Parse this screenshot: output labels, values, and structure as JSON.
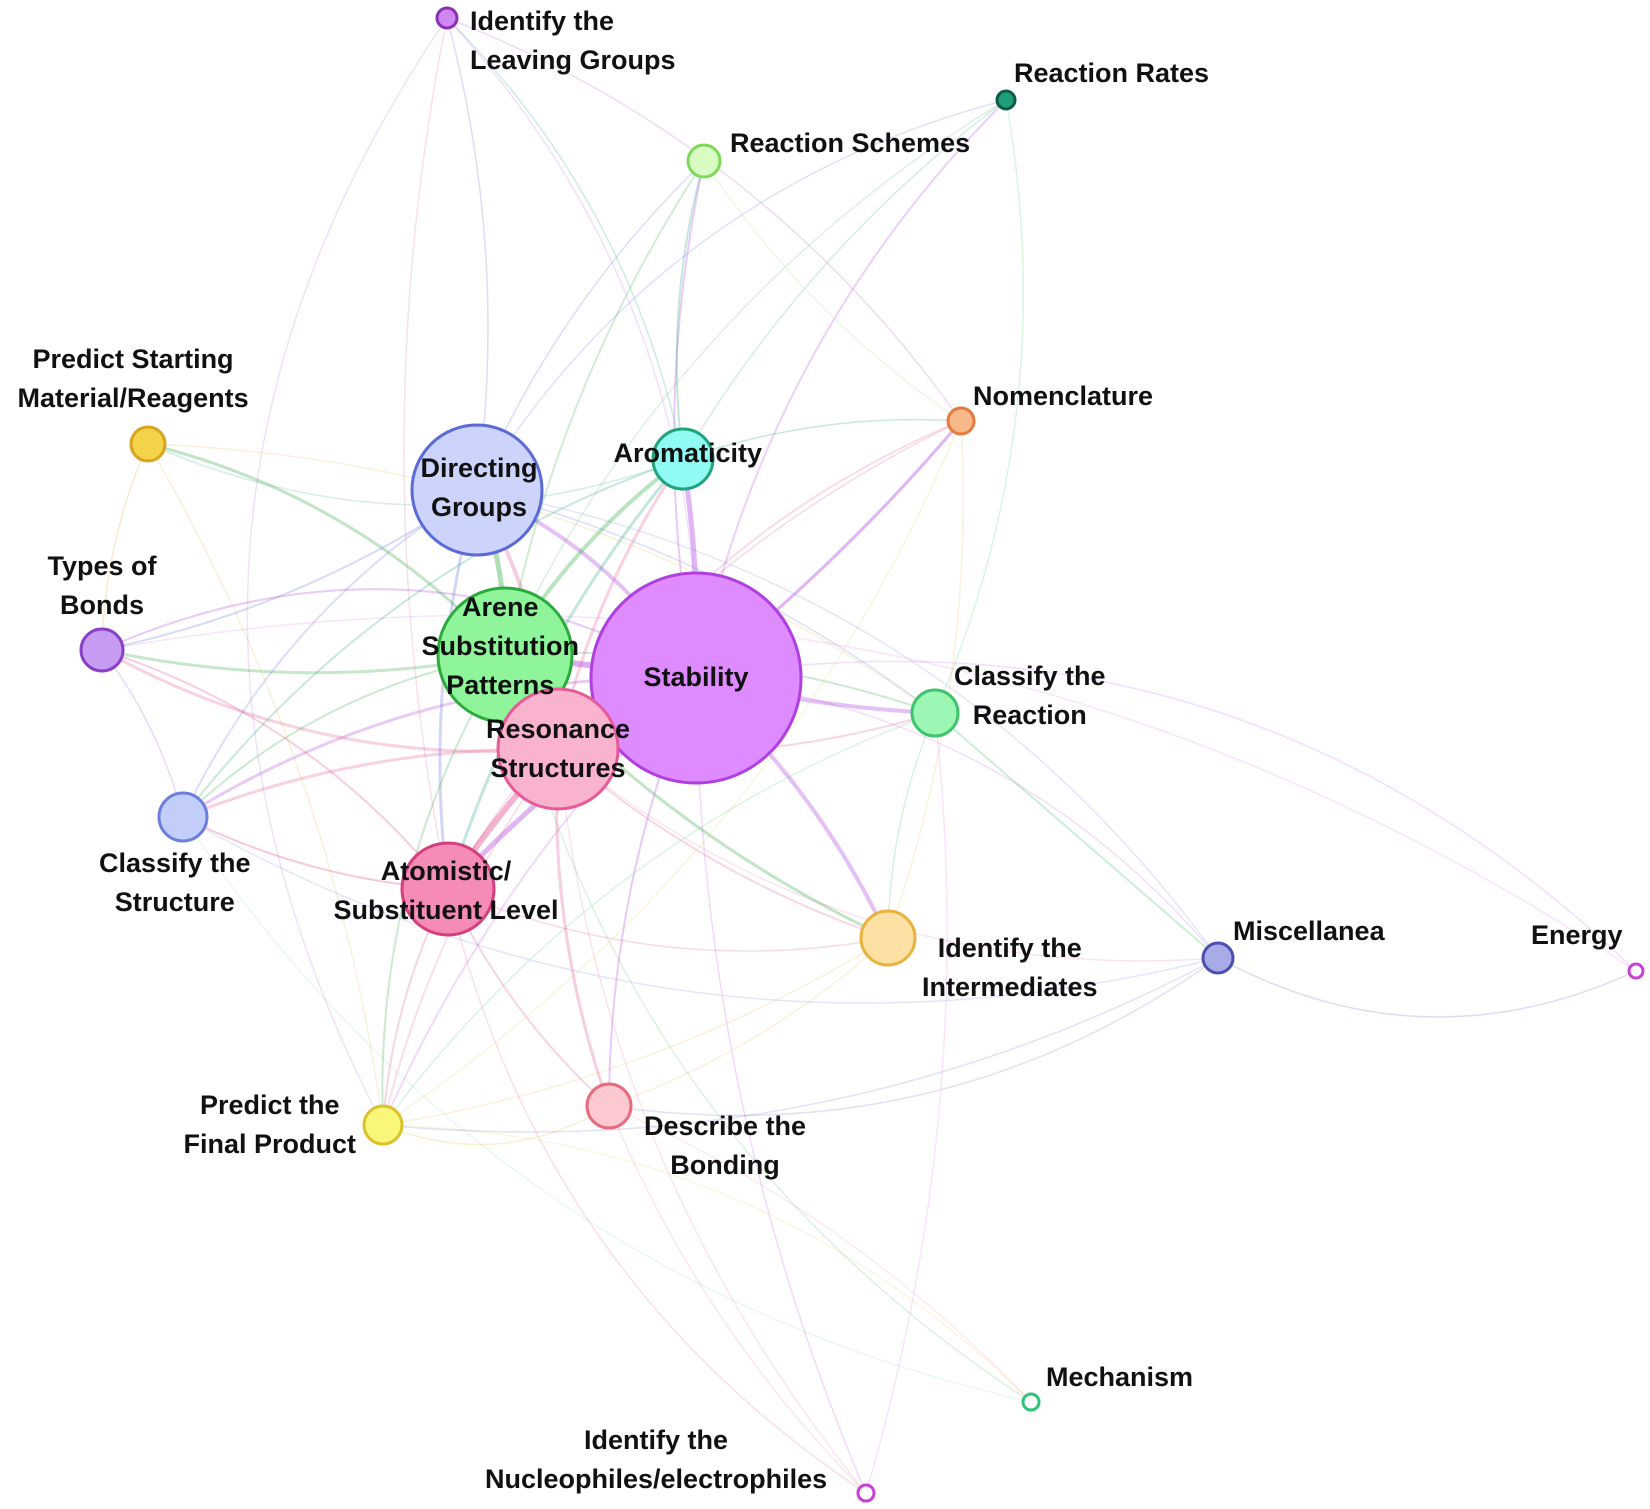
{
  "nodes": {
    "leaving": {
      "lines": [
        "Identify the",
        "Leaving Groups"
      ],
      "color": "#cf86f0",
      "stroke": "#8a2fb3"
    },
    "rates": {
      "lines": [
        "Reaction Rates"
      ],
      "color": "#1f9e7a",
      "stroke": "#0e5b45"
    },
    "schemes": {
      "lines": [
        "Reaction Schemes"
      ],
      "color": "#d9fbc4",
      "stroke": "#7ed957"
    },
    "predict_start": {
      "lines": [
        "Predict Starting",
        "Material/Reagents"
      ],
      "color": "#f3d34a",
      "stroke": "#d8a31f"
    },
    "nomenclature": {
      "lines": [
        "Nomenclature"
      ],
      "color": "#f8b98a",
      "stroke": "#e57a3c"
    },
    "aromaticity": {
      "lines": [
        "Aromaticity"
      ],
      "color": "#8ffbf2",
      "stroke": "#1fa37a"
    },
    "directing": {
      "lines": [
        "Directing",
        "Groups"
      ],
      "color": "#cdd4fb",
      "stroke": "#5a6ad6"
    },
    "types_bonds": {
      "lines": [
        "Types of",
        "Bonds"
      ],
      "color": "#c79bf2",
      "stroke": "#8a3fc9"
    },
    "arene": {
      "lines": [
        "Arene",
        "Substitution",
        "Patterns"
      ],
      "color": "#8ef59b",
      "stroke": "#2eaa3d"
    },
    "stability": {
      "lines": [
        "Stability"
      ],
      "color": "#de8bff",
      "stroke": "#b03fe0"
    },
    "classify_reaction": {
      "lines": [
        "Classify the",
        "Reaction"
      ],
      "color": "#9cf7b4",
      "stroke": "#3ec46a"
    },
    "resonance": {
      "lines": [
        "Resonance",
        "Structures"
      ],
      "color": "#fab3cf",
      "stroke": "#e65a97"
    },
    "classify_structure": {
      "lines": [
        "Classify the",
        "Structure"
      ],
      "color": "#c3cdfa",
      "stroke": "#6c7fe0"
    },
    "atomistic": {
      "lines": [
        "Atomistic/",
        "Substituent Level"
      ],
      "color": "#f48cb7",
      "stroke": "#d63e7d"
    },
    "intermediates": {
      "lines": [
        "Identify the",
        "Intermediates"
      ],
      "color": "#fde0a3",
      "stroke": "#e9b23c"
    },
    "miscellanea": {
      "lines": [
        "Miscellanea"
      ],
      "color": "#a7abe8",
      "stroke": "#4a4fb0"
    },
    "energy": {
      "lines": [
        "Energy"
      ],
      "color": "#ffffff",
      "stroke": "#c63fd6"
    },
    "predict_final": {
      "lines": [
        "Predict the",
        "Final Product"
      ],
      "color": "#f8f77a",
      "stroke": "#dcc12c"
    },
    "describe": {
      "lines": [
        "Describe the",
        "Bonding"
      ],
      "color": "#fbc9cf",
      "stroke": "#e86a7c"
    },
    "mechanism": {
      "lines": [
        "Mechanism"
      ],
      "color": "#ffffff",
      "stroke": "#2ec47a"
    },
    "nucleophiles": {
      "lines": [
        "Identify the",
        "Nucleophiles/electrophiles"
      ],
      "color": "#ffffff",
      "stroke": "#c63fd6"
    }
  }
}
